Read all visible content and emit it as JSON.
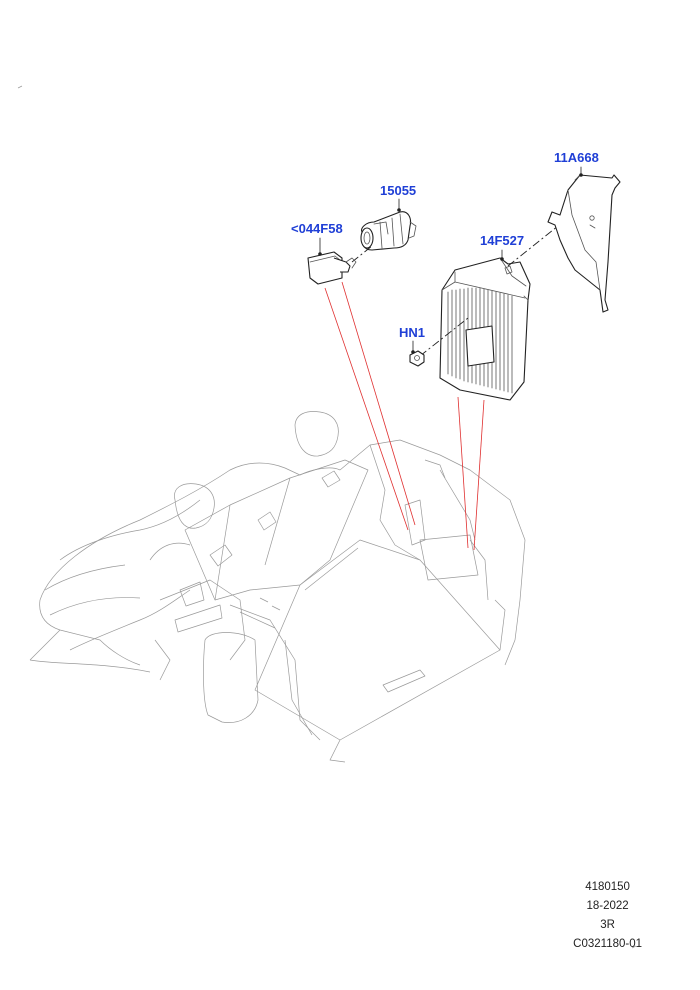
{
  "callouts": {
    "amp_bracket": "11A668",
    "socket": "15055",
    "cover": "<044F58",
    "amplifier": "14F527",
    "nut": "HN1"
  },
  "footer": {
    "line1": "4180150",
    "line2": "18-2022",
    "line3": "3R",
    "line4": "C0321180-01"
  },
  "colors": {
    "callout_text": "#1f3fd6",
    "leader_red": "#e03030",
    "line_art": "#222222"
  }
}
